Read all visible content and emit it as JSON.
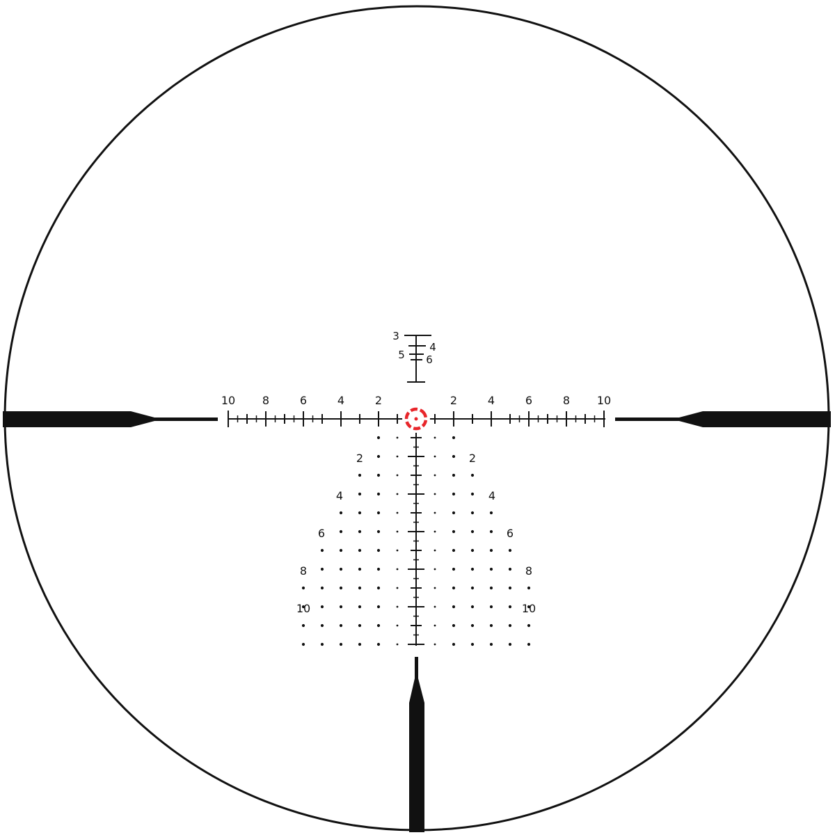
{
  "reticle": {
    "colors": {
      "ink": "#111111",
      "illumination": "#e8262b",
      "background": "#ffffff"
    },
    "windage_labels": {
      "left": [
        "10",
        "8",
        "6",
        "4",
        "2"
      ],
      "right": [
        "2",
        "4",
        "6",
        "8",
        "10"
      ]
    },
    "elevation_labels": {
      "left": [
        "2",
        "4",
        "6",
        "8",
        "10"
      ],
      "right": [
        "2",
        "4",
        "6",
        "8",
        "10"
      ]
    },
    "ranging_labels": {
      "top": "3",
      "upper_right": "4",
      "lower_left": "5",
      "lower_right": "6"
    }
  }
}
